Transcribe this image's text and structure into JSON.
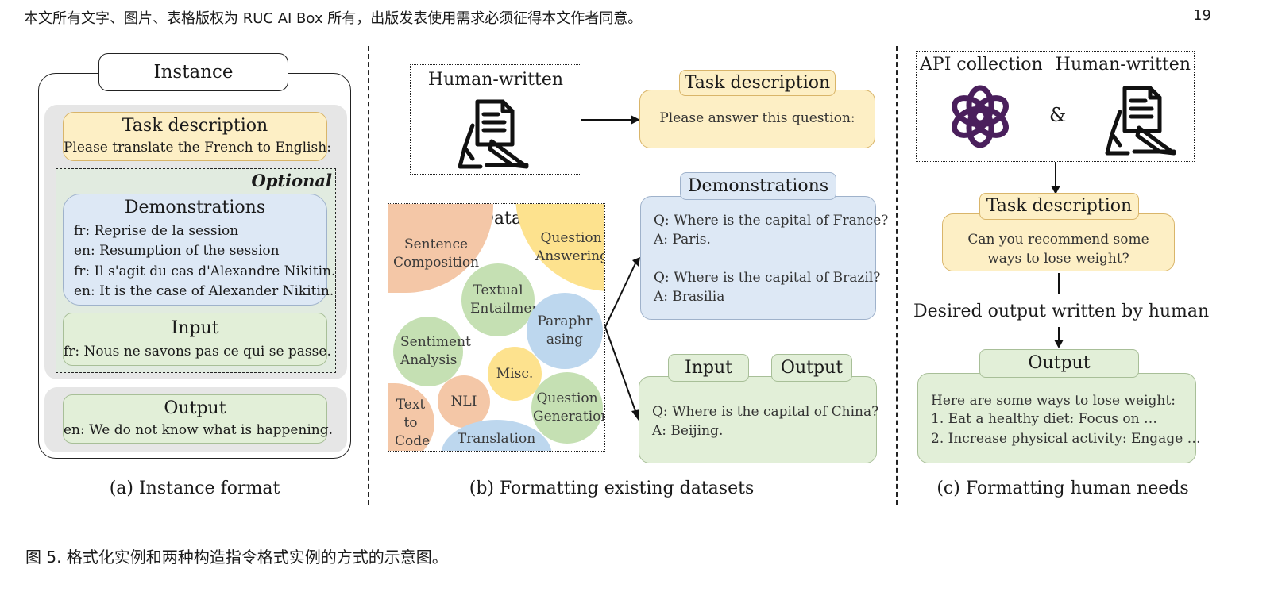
{
  "header": {
    "copyright": "本文所有文字、图片、表格版权为 RUC AI Box 所有，出版发表使用需求必须征得本文作者同意。",
    "page_number": "19"
  },
  "panel_a": {
    "instance_label": "Instance",
    "task_title": "Task description",
    "task_text": "Please translate the French to English:",
    "optional_label": "Optional",
    "demo_title": "Demonstrations",
    "demo_lines": [
      "fr: Reprise de la session",
      "en: Resumption of the session",
      "fr: Il s'agit du cas d'Alexandre Nikitin.",
      "en: It is the case of Alexander Nikitin."
    ],
    "input_title": "Input",
    "input_text": "fr: Nous ne savons pas ce qui se passe.",
    "output_title": "Output",
    "output_text": "en: We do not know what is happening.",
    "caption": "(a) Instance format"
  },
  "panel_b": {
    "human_written": "Human-written",
    "task_title": "Task description",
    "task_text": "Please answer this question:",
    "nlp_title": "NLP  Datasets",
    "datasets": [
      "Sentence Composition",
      "Question Answering",
      "Textual Entailment",
      "Paraphrasing",
      "Sentiment Analysis",
      "Misc.",
      "NLI",
      "Text to Code",
      "Question Generation",
      "Translation"
    ],
    "demo_title": "Demonstrations",
    "demo_lines": [
      "Q: Where is the capital of France?",
      "A: Paris.",
      "Q: Where is the capital of Brazil?",
      "A: Brasilia"
    ],
    "input_title": "Input",
    "output_title": "Output",
    "io_lines": [
      "Q: Where is the capital of China?",
      "A: Beijing."
    ],
    "caption": "(b) Formatting existing datasets"
  },
  "panel_c": {
    "api_label": "API collection",
    "human_written": "Human-written",
    "ampersand": "&",
    "task_title": "Task description",
    "task_text": "Can you recommend some ways to lose weight?",
    "desired_label": "Desired output written by human",
    "output_title": "Output",
    "output_lines": [
      "Here are some ways to lose weight:",
      "1. Eat a healthy diet: Focus on …",
      "2. Increase physical activity: Engage …"
    ],
    "caption": "(c) Formatting human needs"
  },
  "figure_caption": "图 5. 格式化实例和两种构造指令格式实例的方式的示意图。",
  "colors": {
    "task_fill": "#fdefc5",
    "demo_fill": "#dde8f5",
    "io_fill": "#e2efd8",
    "openai_logo": "#4a1f5c",
    "sentence_composition": "#f4c7a7",
    "question_answering": "#fde28e"
  }
}
